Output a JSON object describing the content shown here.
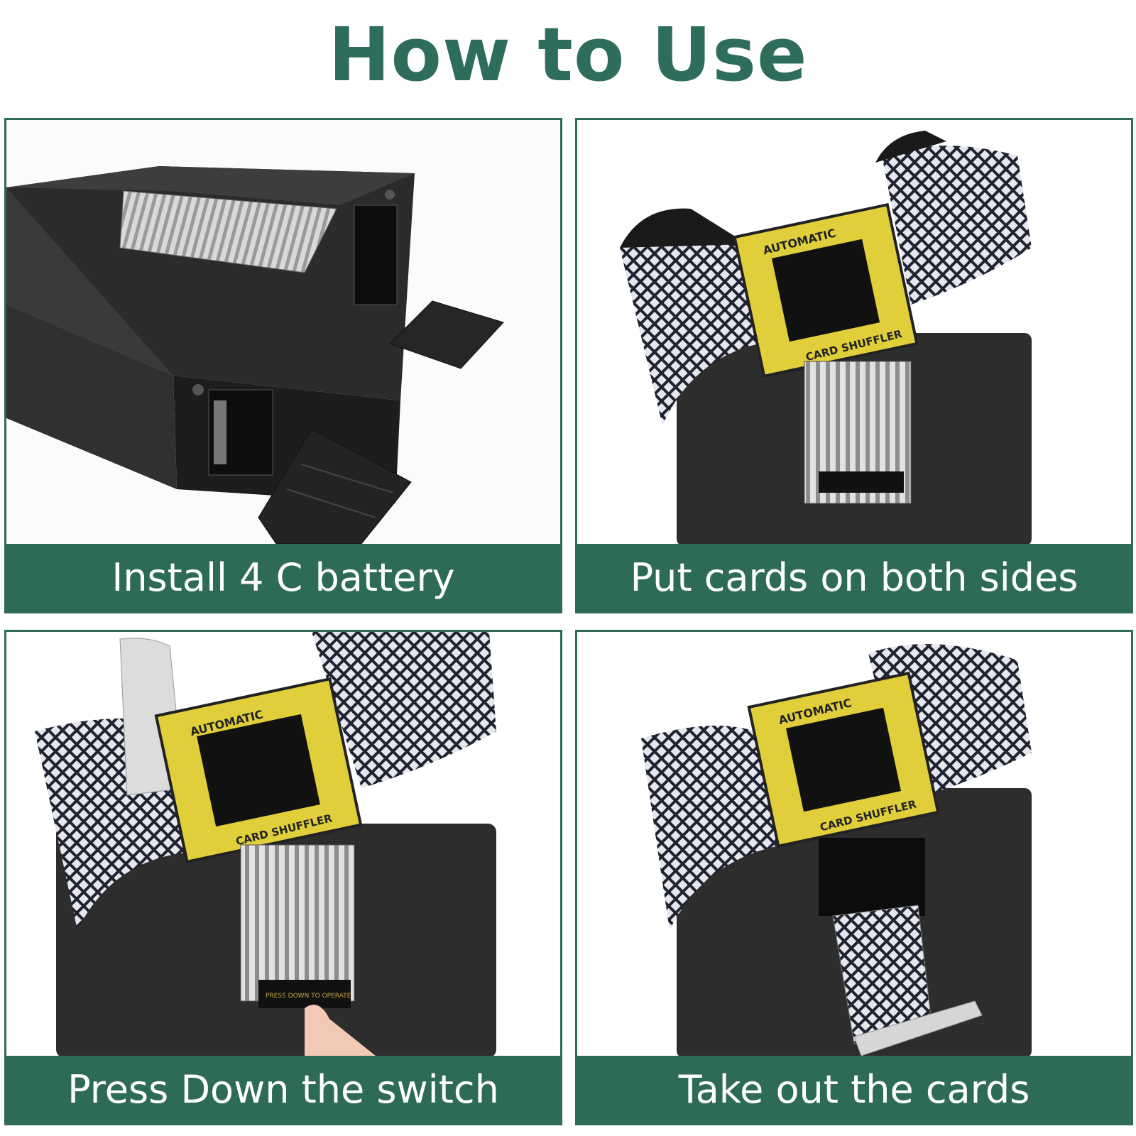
{
  "page": {
    "title": "How to Use",
    "accent_color": "#2e6b57",
    "title_color": "#2e6d5b"
  },
  "steps": [
    {
      "caption": "Install 4 C battery",
      "image": "battery-compartment-photo"
    },
    {
      "caption": "Put cards on both sides",
      "image": "cards-loaded-photo"
    },
    {
      "caption": "Press Down the switch",
      "image": "press-switch-photo"
    },
    {
      "caption": "Take out the cards",
      "image": "cards-out-photo"
    }
  ],
  "shuffler": {
    "top_label": "AUTOMATIC",
    "bottom_label": "CARD SHUFFLER",
    "button_label": "PRESS DOWN TO OPERATE"
  }
}
